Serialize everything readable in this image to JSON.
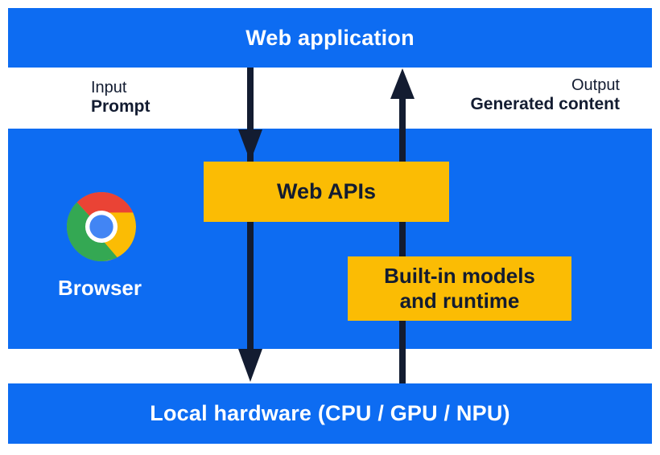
{
  "title_bar": {
    "label": "Web application"
  },
  "io_labels": {
    "input_caption": "Input",
    "input_label": "Prompt",
    "output_caption": "Output",
    "output_label": "Generated content"
  },
  "browser_section": {
    "browser_label": "Browser",
    "web_apis_label": "Web APIs",
    "builtin_label_line1": "Built-in models",
    "builtin_label_line2": "and runtime"
  },
  "hardware_bar": {
    "label": "Local hardware (CPU / GPU / NPU)"
  },
  "icons": {
    "chrome_logo": "chrome-browser-logo",
    "down_arrow": "input-flow-arrow-down",
    "up_arrow": "output-flow-arrow-up"
  },
  "colors": {
    "band_blue": "#0d6cf2",
    "box_yellow": "#fbbc04",
    "ink_navy": "#131c31",
    "chrome_red": "#ea4335",
    "chrome_green": "#34a853",
    "chrome_yellow": "#fbbc04",
    "chrome_blue": "#4285f4",
    "white": "#ffffff"
  }
}
